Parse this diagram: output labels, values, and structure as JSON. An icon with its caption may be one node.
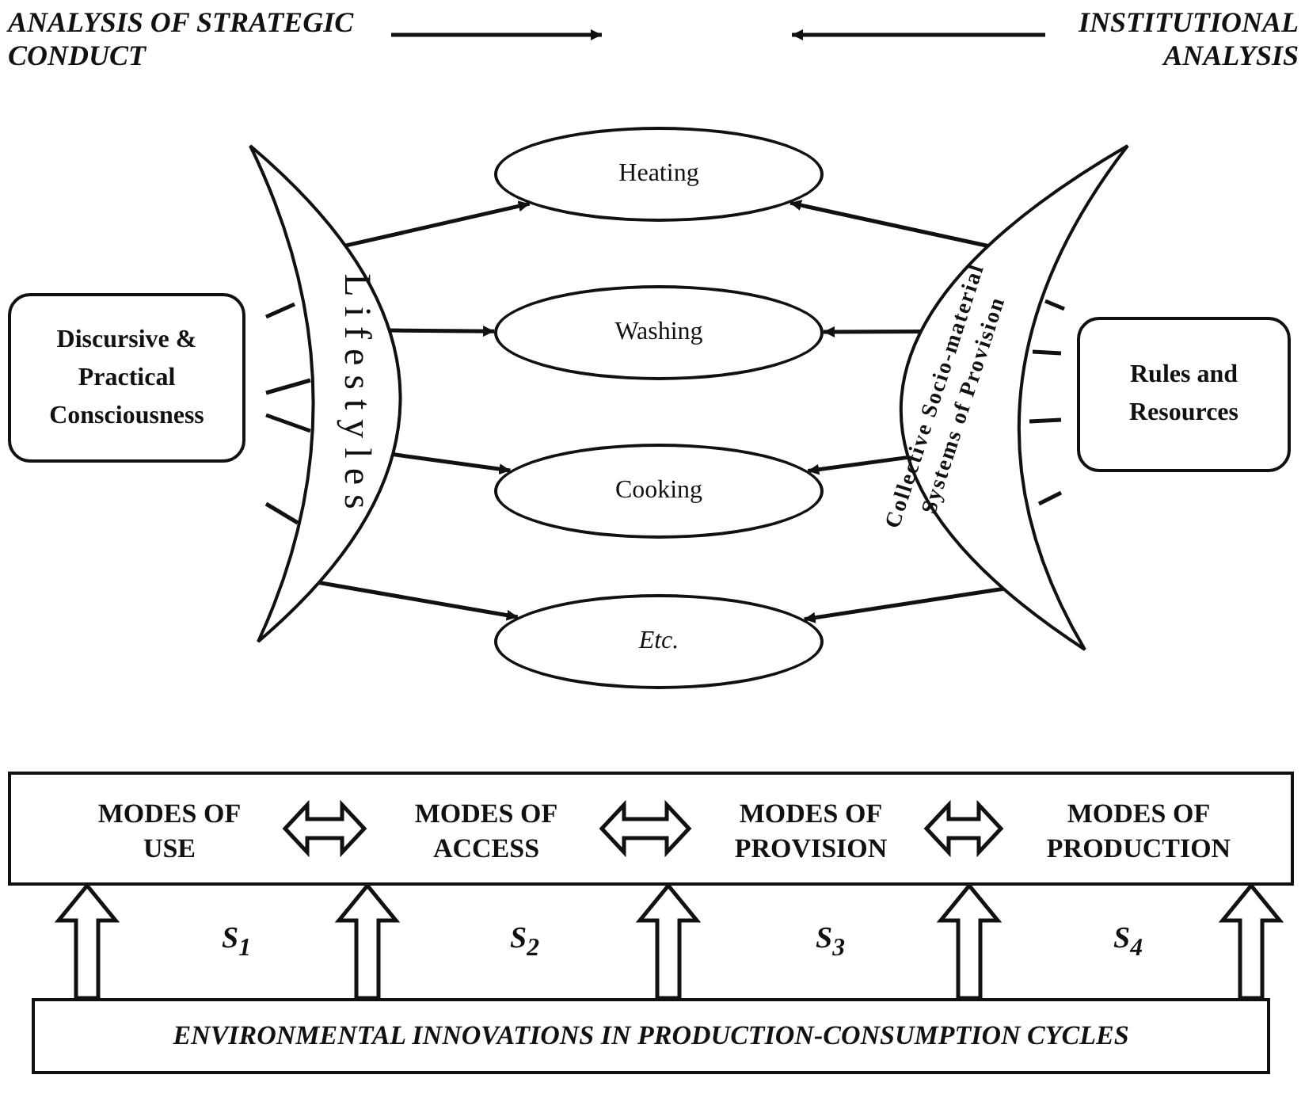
{
  "diagram": {
    "nodes": [
      {
        "text": [
          "ANALYSIS OF STRATEGIC CONDUCT"
        ]
      },
      {
        "text": [
          "INSTITUTIONAL ANALYSIS"
        ]
      },
      {
        "text": [
          "Discursive & Practical Consciousness"
        ]
      },
      {
        "text": [
          "Lifestyles"
        ]
      },
      {
        "text": [
          "Heating"
        ]
      },
      {
        "text": [
          "Washing"
        ]
      },
      {
        "text": [
          "Cooking"
        ]
      },
      {
        "text": [
          "Etc."
        ]
      },
      {
        "text": [
          "Collective Socio-material Systems of Provision"
        ]
      },
      {
        "text": [
          "Rules and Resources"
        ]
      },
      {
        "text": [],
        "shape": "box"
      },
      {
        "text": [
          "MODES OF USE"
        ],
        "in": 10
      },
      {
        "text": [
          "MODES OF ACCESS"
        ],
        "in": 10
      },
      {
        "text": [
          "MODES OF PROVISION"
        ],
        "in": 10
      },
      {
        "text": [
          "MODES OF PRODUCTION"
        ],
        "in": 10
      },
      {
        "text": [
          "ENVIRONMENTAL INNOVATIONS IN PRODUCTION-CONSUMPTION CYCLES"
        ]
      }
    ],
    "edges": [
      {
        "from": 0,
        "to": null,
        "arrow": "to"
      },
      {
        "from": 1,
        "to": null,
        "arrow": "to"
      },
      {
        "from": 3,
        "to": 4,
        "arrow": "to"
      },
      {
        "from": 3,
        "to": 5,
        "arrow": "to"
      },
      {
        "from": 3,
        "to": 6,
        "arrow": "to"
      },
      {
        "from": 3,
        "to": 7,
        "arrow": "to"
      },
      {
        "from": 8,
        "to": 4,
        "arrow": "to"
      },
      {
        "from": 8,
        "to": 5,
        "arrow": "to"
      },
      {
        "from": 8,
        "to": 6,
        "arrow": "to"
      },
      {
        "from": 8,
        "to": 7,
        "arrow": "to"
      },
      {
        "from": 11,
        "to": 12,
        "arrow": "both"
      },
      {
        "from": 12,
        "to": 13,
        "arrow": "both"
      },
      {
        "from": 13,
        "to": 14,
        "arrow": "both"
      },
      {
        "from": 15,
        "to": 10,
        "arrow": "to"
      },
      {
        "from": 15,
        "to": 10,
        "arrow": "to"
      },
      {
        "from": 15,
        "to": 10,
        "arrow": "to"
      },
      {
        "from": 15,
        "to": 10,
        "arrow": "to"
      },
      {
        "from": 15,
        "to": 10,
        "arrow": "to"
      }
    ],
    "labels": [
      "S$_{1}$",
      "S$_{2}$",
      "S$_{3}$",
      "S$_{4}$"
    ]
  }
}
